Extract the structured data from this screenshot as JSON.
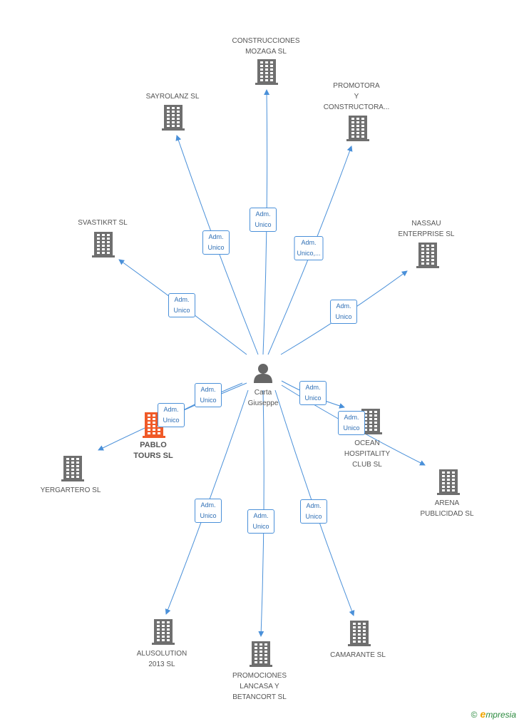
{
  "center": {
    "lines": [
      "Carta",
      "Giuseppe"
    ],
    "icon": "person-icon"
  },
  "colors": {
    "edge": "#4a90d9",
    "building": "#6f6f6f",
    "highlight": "#f05a28",
    "person": "#666666"
  },
  "nodes": [
    {
      "id": "construcciones-mozaga",
      "lines": [
        "CONSTRUCCIONES",
        "MOZAGA SL"
      ]
    },
    {
      "id": "sayrolanz",
      "lines": [
        "SAYROLANZ  SL"
      ]
    },
    {
      "id": "promotora-constructora",
      "lines": [
        "PROMOTORA",
        "Y",
        "CONSTRUCTORA..."
      ]
    },
    {
      "id": "svastikrt",
      "lines": [
        "SVASTIKRT SL"
      ]
    },
    {
      "id": "nassau-enterprise",
      "lines": [
        "NASSAU",
        "ENTERPRISE SL"
      ]
    },
    {
      "id": "pablo-tours",
      "lines": [
        "PABLO",
        "TOURS SL"
      ],
      "highlight": true
    },
    {
      "id": "yergartero",
      "lines": [
        "YERGARTERO SL"
      ]
    },
    {
      "id": "ocean-hospitality",
      "lines": [
        "OCEAN",
        "HOSPITALITY",
        "CLUB SL"
      ]
    },
    {
      "id": "arena-publicidad",
      "lines": [
        "ARENA",
        "PUBLICIDAD SL"
      ]
    },
    {
      "id": "alusolution",
      "lines": [
        "ALUSOLUTION",
        "2013  SL"
      ]
    },
    {
      "id": "promociones-lancasa",
      "lines": [
        "PROMOCIONES",
        "LANCASA Y",
        "BETANCORT SL"
      ]
    },
    {
      "id": "camarante",
      "lines": [
        "CAMARANTE  SL"
      ]
    }
  ],
  "edges": [
    {
      "to": "construcciones-mozaga",
      "lines": [
        "Adm.",
        "Unico"
      ]
    },
    {
      "to": "sayrolanz",
      "lines": [
        "Adm.",
        "Unico"
      ]
    },
    {
      "to": "promotora-constructora",
      "lines": [
        "Adm.",
        "Unico,..."
      ]
    },
    {
      "to": "svastikrt",
      "lines": [
        "Adm.",
        "Unico"
      ]
    },
    {
      "to": "nassau-enterprise",
      "lines": [
        "Adm.",
        "Unico"
      ]
    },
    {
      "to": "pablo-tours",
      "lines": [
        "Adm.",
        "Unico"
      ]
    },
    {
      "to": "yergartero",
      "lines": [
        "Adm.",
        "Unico"
      ]
    },
    {
      "to": "ocean-hospitality",
      "lines": [
        "Adm.",
        "Unico"
      ]
    },
    {
      "to": "arena-publicidad",
      "lines": [
        "Adm.",
        "Unico"
      ]
    },
    {
      "to": "alusolution",
      "lines": [
        "Adm.",
        "Unico"
      ]
    },
    {
      "to": "promociones-lancasa",
      "lines": [
        "Adm.",
        "Unico"
      ]
    },
    {
      "to": "camarante",
      "lines": [
        "Adm.",
        "Unico"
      ]
    }
  ],
  "footer": {
    "copyright": "©",
    "brand_initial": "e",
    "brand_rest": "mpresia"
  }
}
